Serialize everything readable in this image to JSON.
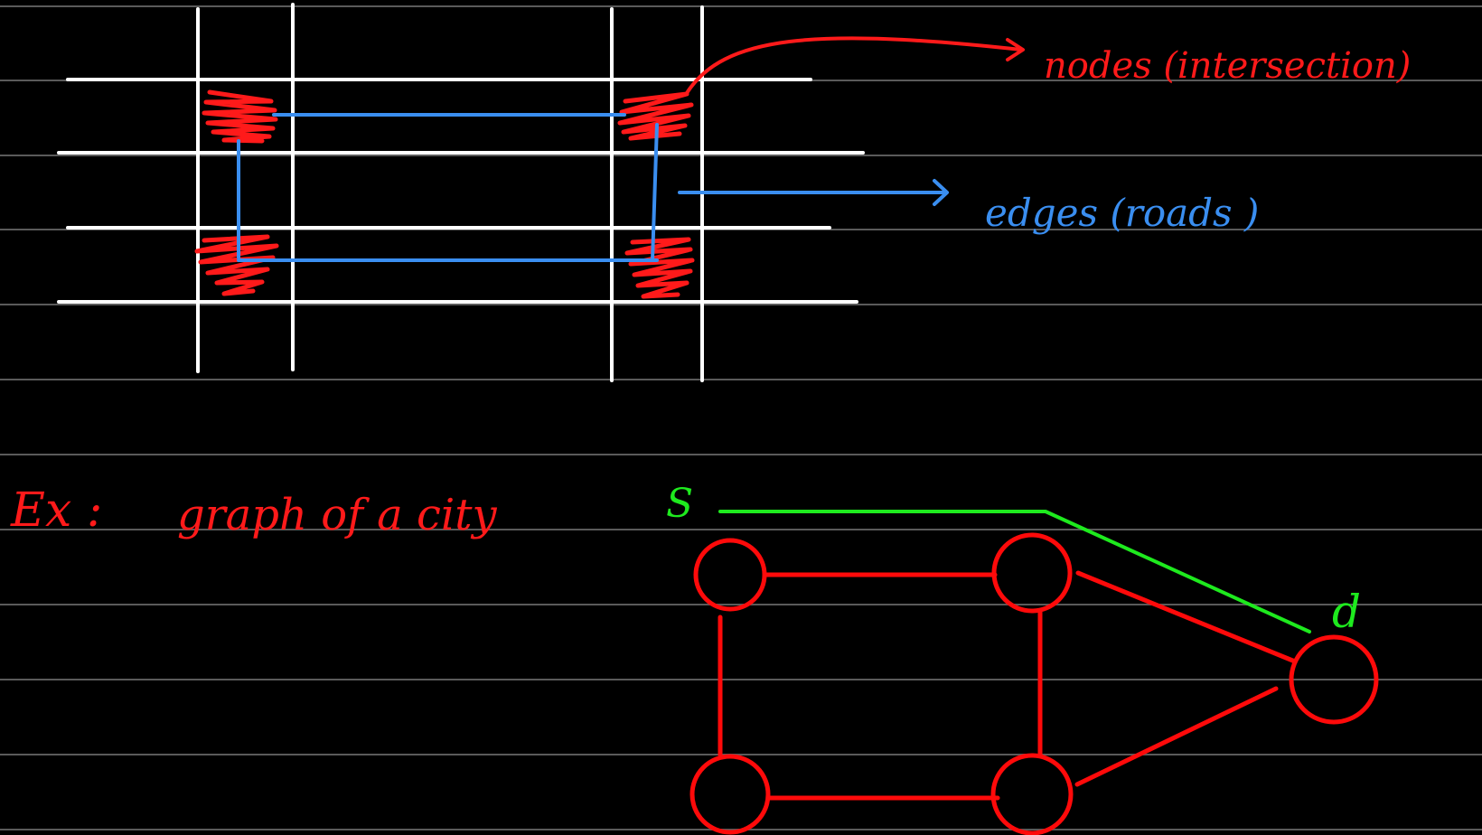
{
  "colors": {
    "background": "#000000",
    "ruling": "#5a5a5a",
    "grid": "#ffffff",
    "node_scribble": "#ff1a1a",
    "route": "#3a8ef0",
    "graph": "#ff0a0a",
    "path": "#1eea1e"
  },
  "annotations": {
    "nodes": "nodes (intersection)",
    "edges": "edges (roads )"
  },
  "example": {
    "label": "Ex :",
    "caption": "graph of a city"
  },
  "graph": {
    "source_label": "S",
    "destination_label": "d"
  }
}
